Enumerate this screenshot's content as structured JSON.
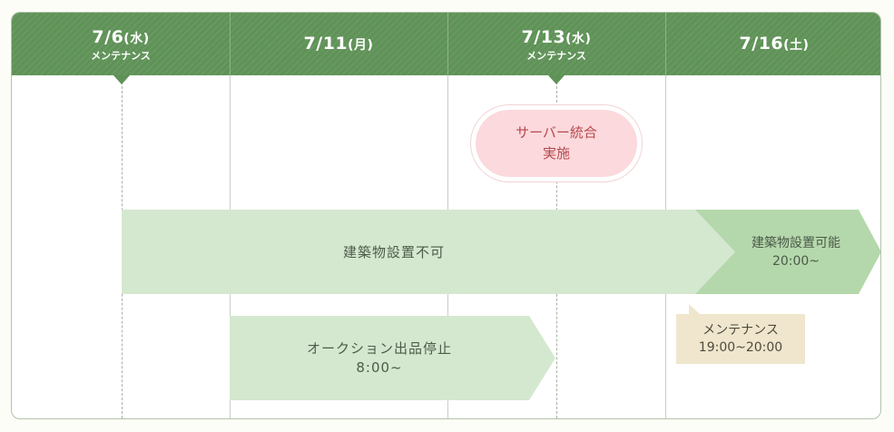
{
  "header": {
    "columns": [
      {
        "date": "7/6",
        "dow": "(水)",
        "note": "メンテナンス"
      },
      {
        "date": "7/11",
        "dow": "(月)",
        "note": ""
      },
      {
        "date": "7/13",
        "dow": "(水)",
        "note": "メンテナンス"
      },
      {
        "date": "7/16",
        "dow": "(土)",
        "note": ""
      }
    ]
  },
  "events": {
    "server_merge": {
      "line1": "サーバー統合",
      "line2": "実施"
    },
    "no_building": {
      "label": "建築物設置不可"
    },
    "building_allowed": {
      "line1": "建築物設置可能",
      "line2": "20:00~"
    },
    "maintenance": {
      "line1": "メンテナンス",
      "line2": "19:00~20:00"
    },
    "auction_stop": {
      "line1": "オークション出品停止",
      "line2": "8:00~"
    }
  },
  "colors": {
    "header_green": "#5f9257",
    "light_green": "#d4e8cf",
    "mid_green": "#b4d8ab",
    "pink": "#fcd9dc",
    "pink_text": "#b5484e",
    "note_beige": "#efe6cd"
  }
}
